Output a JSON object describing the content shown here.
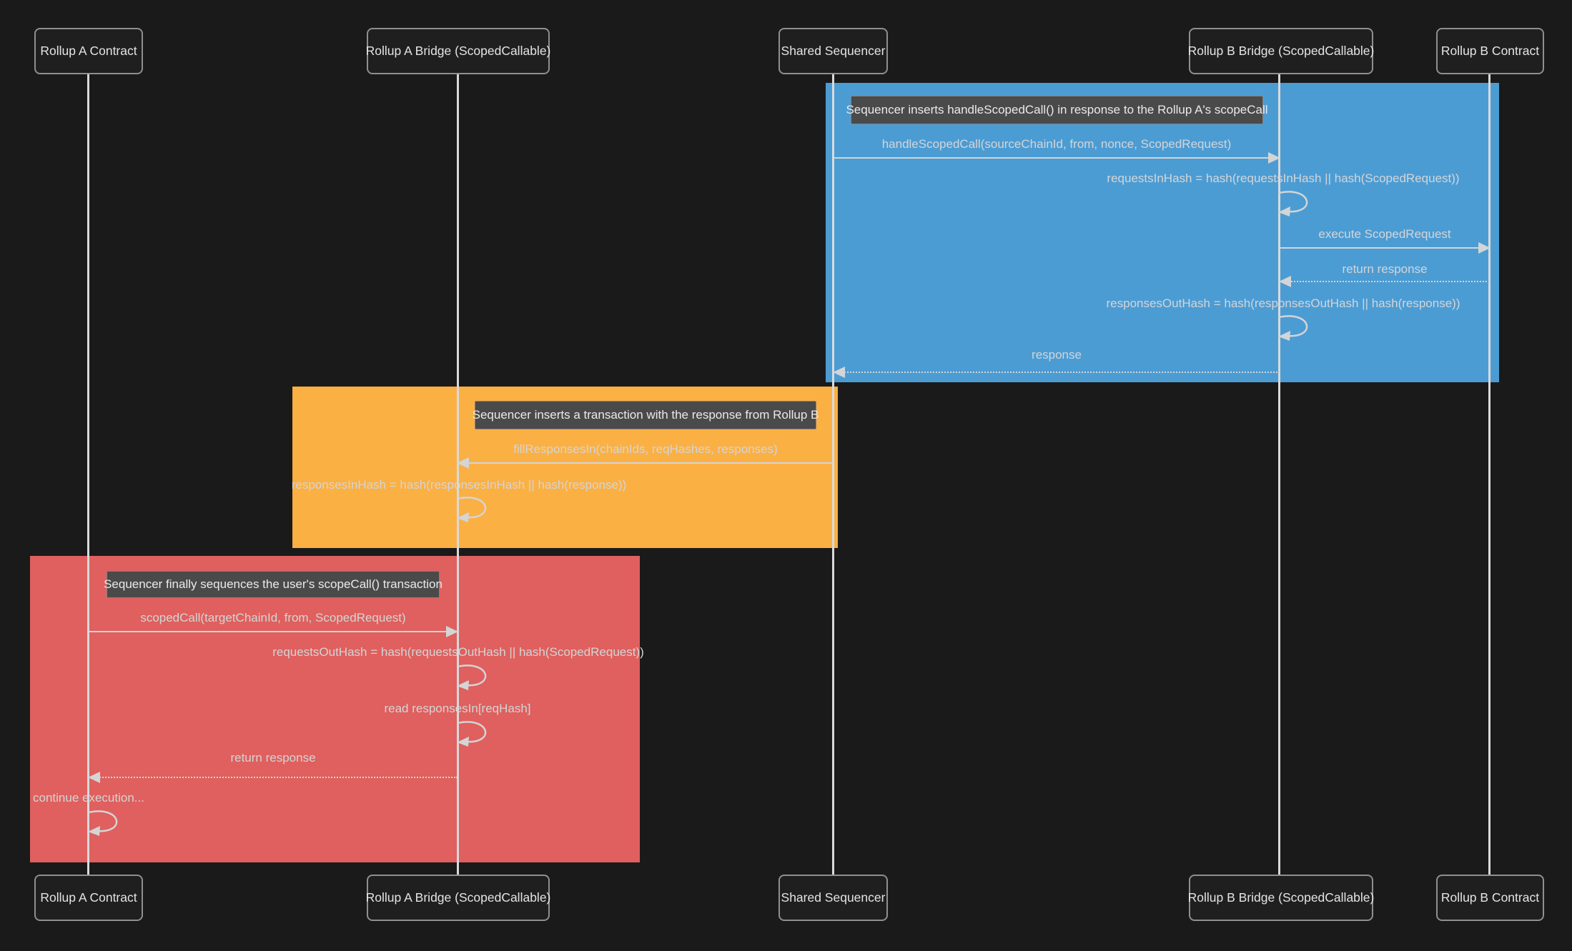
{
  "diagram": {
    "type": "sequence-diagram",
    "participants": [
      {
        "id": "rollup-a-contract",
        "label": "Rollup A Contract"
      },
      {
        "id": "rollup-a-bridge",
        "label": "Rollup A Bridge (ScopedCallable)"
      },
      {
        "id": "shared-sequencer",
        "label": "Shared Sequencer"
      },
      {
        "id": "rollup-b-bridge",
        "label": "Rollup B Bridge (ScopedCallable)"
      },
      {
        "id": "rollup-b-contract",
        "label": "Rollup B Contract"
      }
    ],
    "notes": [
      {
        "region": "blue",
        "text": "Sequencer inserts handleScopedCall() in response to the Rollup A's scopeCall"
      },
      {
        "region": "orange",
        "text": "Sequencer inserts a transaction with the response from Rollup B"
      },
      {
        "region": "red",
        "text": "Sequencer finally sequences the user's scopeCall() transaction"
      }
    ],
    "messages": [
      {
        "label": "handleScopedCall(sourceChainId, from, nonce, ScopedRequest)",
        "from": "shared-sequencer",
        "to": "rollup-b-bridge",
        "type": "solid"
      },
      {
        "label": "requestsInHash = hash(requestsInHash || hash(ScopedRequest))",
        "from": "rollup-b-bridge",
        "to": "rollup-b-bridge",
        "type": "self"
      },
      {
        "label": "execute ScopedRequest",
        "from": "rollup-b-bridge",
        "to": "rollup-b-contract",
        "type": "solid"
      },
      {
        "label": "return response",
        "from": "rollup-b-contract",
        "to": "rollup-b-bridge",
        "type": "dotted"
      },
      {
        "label": "responsesOutHash = hash(responsesOutHash || hash(response))",
        "from": "rollup-b-bridge",
        "to": "rollup-b-bridge",
        "type": "self"
      },
      {
        "label": "response",
        "from": "rollup-b-bridge",
        "to": "shared-sequencer",
        "type": "dotted"
      },
      {
        "label": "fillResponsesIn(chainIds, reqHashes, responses)",
        "from": "shared-sequencer",
        "to": "rollup-a-bridge",
        "type": "solid"
      },
      {
        "label": "responsesInHash = hash(responsesInHash || hash(response))",
        "from": "rollup-a-bridge",
        "to": "rollup-a-bridge",
        "type": "self"
      },
      {
        "label": "scopedCall(targetChainId, from, ScopedRequest)",
        "from": "rollup-a-contract",
        "to": "rollup-a-bridge",
        "type": "solid"
      },
      {
        "label": "requestsOutHash = hash(requestsOutHash || hash(ScopedRequest))",
        "from": "rollup-a-bridge",
        "to": "rollup-a-bridge",
        "type": "self"
      },
      {
        "label": "read responsesIn[reqHash]",
        "from": "rollup-a-bridge",
        "to": "rollup-a-bridge",
        "type": "self"
      },
      {
        "label": "return response",
        "from": "rollup-a-bridge",
        "to": "rollup-a-contract",
        "type": "dotted"
      },
      {
        "label": "continue execution...",
        "from": "rollup-a-contract",
        "to": "rollup-a-contract",
        "type": "self"
      }
    ]
  },
  "colors": {
    "background": "#1a1a1a",
    "region_blue": "#4c9cd4",
    "region_orange": "#fbb044",
    "region_red": "#df605e",
    "note_fill": "#4a4a4a",
    "note_border": "#828282",
    "actor_fill": "#1f1f1f",
    "actor_border": "#8f8f8f",
    "line": "#d3d5d6",
    "label_text": "#d3d5d6",
    "note_text": "#eaeaea",
    "actor_text": "#e4e4e4"
  }
}
